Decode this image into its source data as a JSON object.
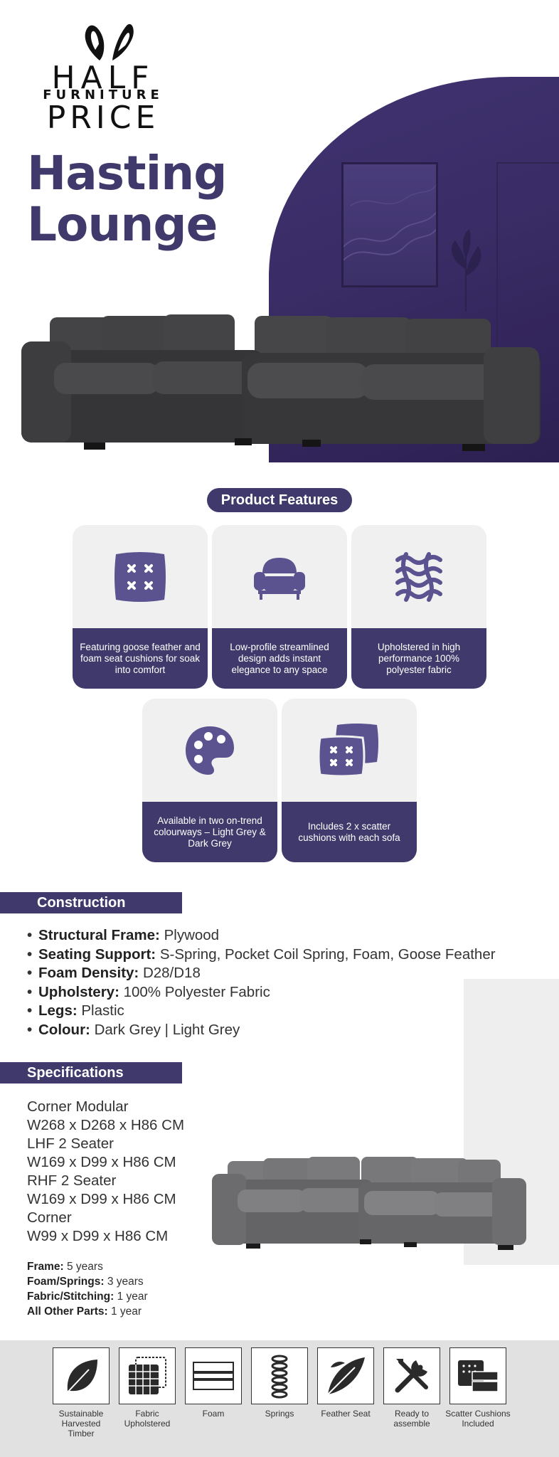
{
  "brand": {
    "line1": "HALF",
    "line2": "FURNITURE",
    "line3": "PRICE"
  },
  "hero": {
    "title_line1": "Hasting",
    "title_line2": "Lounge"
  },
  "features": {
    "heading": "Product Features",
    "items": [
      {
        "icon": "cushion-icon",
        "text": "Featuring goose feather and foam seat cushions for soak into comfort"
      },
      {
        "icon": "armchair-icon",
        "text": "Low-profile streamlined design adds instant elegance to any space"
      },
      {
        "icon": "fabric-weave-icon",
        "text": "Upholstered in high performance 100% polyester fabric"
      },
      {
        "icon": "palette-icon",
        "text": "Available in two on-trend colourways – Light Grey & Dark Grey"
      },
      {
        "icon": "scatter-cushions-icon",
        "text": "Includes 2 x scatter cushions with each sofa"
      }
    ]
  },
  "construction": {
    "heading": "Construction",
    "items": [
      {
        "label": "Structural Frame:",
        "value": " Plywood"
      },
      {
        "label": "Seating Support:",
        "value": " S-Spring, Pocket Coil Spring, Foam, Goose Feather"
      },
      {
        "label": "Foam Density:",
        "value": " D28/D18"
      },
      {
        "label": "Upholstery:",
        "value": " 100% Polyester Fabric"
      },
      {
        "label": "Legs:",
        "value": " Plastic"
      },
      {
        "label": "Colour:",
        "value": " Dark Grey | Light Grey"
      }
    ]
  },
  "specifications": {
    "heading": "Specifications",
    "lines": [
      "Corner Modular",
      "W268 x D268 x H86 CM",
      "LHF 2 Seater",
      "W169 x D99 x H86 CM",
      "RHF 2 Seater",
      "W169 x D99 x H86 CM",
      "Corner",
      "W99 x D99 x H86 CM"
    ],
    "warranty": [
      {
        "label": "Frame:",
        "value": " 5 years"
      },
      {
        "label": "Foam/Springs:",
        "value": " 3 years"
      },
      {
        "label": "Fabric/Stitching:",
        "value": " 1 year"
      },
      {
        "label": "All Other Parts:",
        "value": " 1 year"
      }
    ]
  },
  "icon_strip": [
    {
      "icon": "leaf-icon",
      "label": "Sustainable Harvested Timber"
    },
    {
      "icon": "fabric-swatch-icon",
      "label": "Fabric Upholstered"
    },
    {
      "icon": "foam-icon",
      "label": "Foam"
    },
    {
      "icon": "spring-icon",
      "label": "Springs"
    },
    {
      "icon": "feather-icon",
      "label": "Feather Seat"
    },
    {
      "icon": "tools-icon",
      "label": "Ready to assemble"
    },
    {
      "icon": "cushions-icon",
      "label": "Scatter Cushions Included"
    }
  ],
  "colors": {
    "brand_purple": "#3f3a6b",
    "dark_grey_sofa": "#3a3a3c",
    "light_grey_sofa": "#6e6e70"
  }
}
